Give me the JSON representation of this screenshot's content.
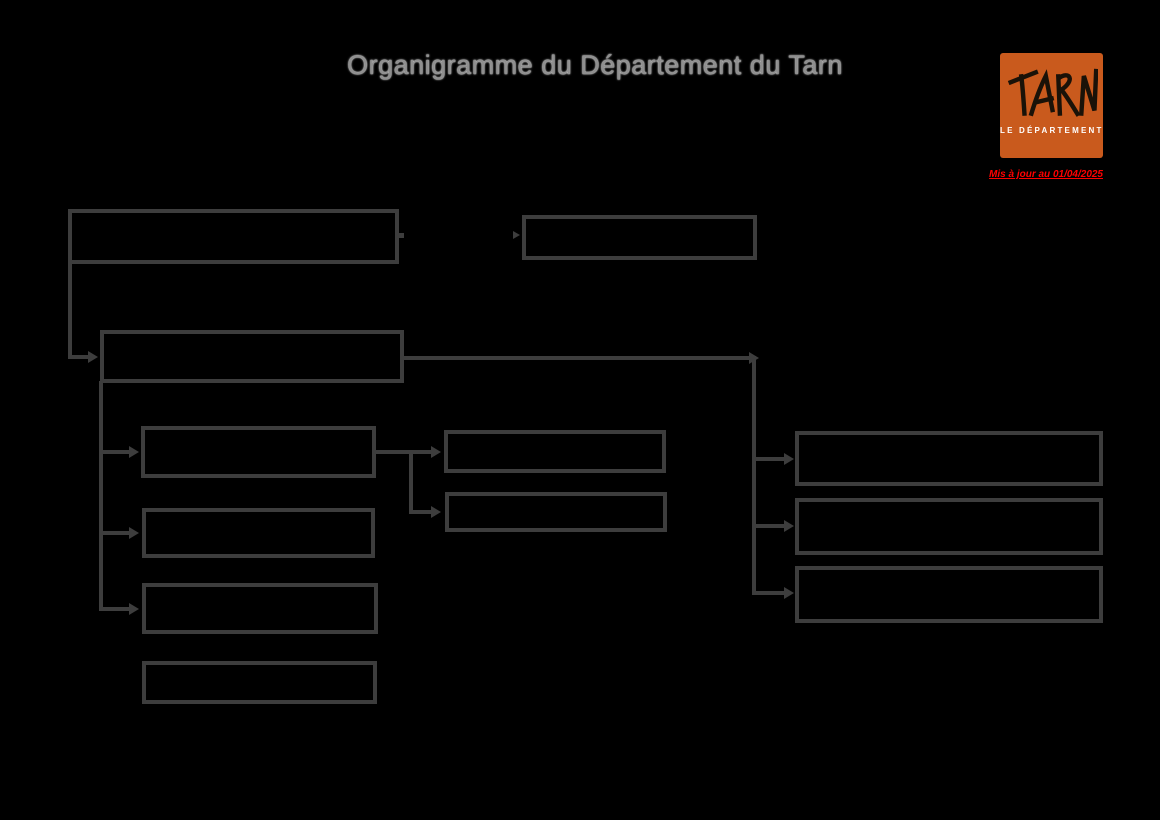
{
  "page": {
    "title": "Organigramme du Département du Tarn",
    "background_color": "#000000"
  },
  "logo": {
    "wordmark": "TARN",
    "subtitle": "LE DÉPARTEMENT",
    "background_color": "#c95a1d",
    "wordmark_color": "#1a1208",
    "subtitle_color": "#ffffff"
  },
  "update_note": {
    "text": "Mis à jour au 01/04/2025",
    "color": "#ff0000"
  },
  "colors": {
    "box_border": "#3d3d3d",
    "connector": "#3d3d3d",
    "title_gray": "#8f8f8f"
  },
  "diagram": {
    "note": "Organisation chart boxes appear empty — box label text is not visible against the dark background",
    "boxes": [
      {
        "id": "box-a",
        "label": ""
      },
      {
        "id": "box-b",
        "label": ""
      },
      {
        "id": "box-c",
        "label": ""
      },
      {
        "id": "box-d",
        "label": ""
      },
      {
        "id": "box-e",
        "label": ""
      },
      {
        "id": "box-f",
        "label": ""
      },
      {
        "id": "box-g",
        "label": ""
      },
      {
        "id": "box-h",
        "label": ""
      },
      {
        "id": "box-i",
        "label": ""
      },
      {
        "id": "box-j",
        "label": ""
      },
      {
        "id": "box-k",
        "label": ""
      },
      {
        "id": "box-l",
        "label": ""
      }
    ],
    "edges": [
      {
        "from": "box-a",
        "to": "box-b"
      },
      {
        "from": "box-a",
        "to": "box-c"
      },
      {
        "from": "box-c",
        "to": "box-d"
      },
      {
        "from": "box-c",
        "to": "box-g"
      },
      {
        "from": "box-c",
        "to": "box-h"
      },
      {
        "from": "box-d",
        "to": "box-e"
      },
      {
        "from": "box-d",
        "to": "box-f"
      },
      {
        "from": "box-c",
        "to": "box-j"
      },
      {
        "from": "box-c",
        "to": "box-k"
      },
      {
        "from": "box-c",
        "to": "box-l"
      }
    ]
  }
}
